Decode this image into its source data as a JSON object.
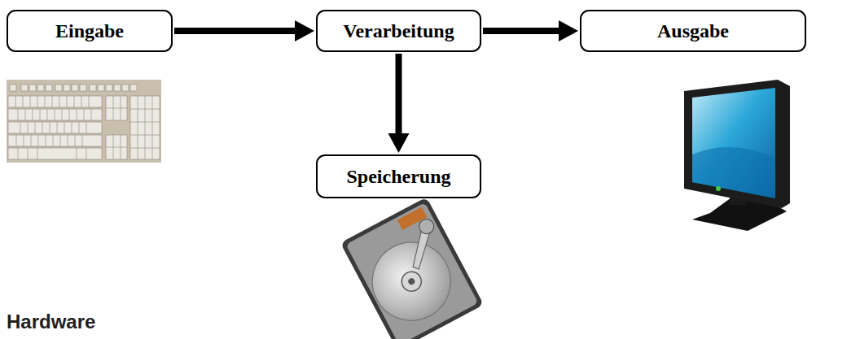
{
  "diagram": {
    "nodes": [
      {
        "text": [
          "Eingabe"
        ]
      },
      {
        "text": [
          "Verarbeitung"
        ]
      },
      {
        "text": [
          "Ausgabe"
        ]
      },
      {
        "text": [
          "Speicherung"
        ]
      }
    ],
    "edges": [
      {
        "from": 0,
        "to": 1,
        "arrow": "to"
      },
      {
        "from": 1,
        "to": 2,
        "arrow": "to"
      },
      {
        "from": 1,
        "to": 3,
        "arrow": "to"
      }
    ],
    "labels": [
      "Hardware"
    ]
  }
}
